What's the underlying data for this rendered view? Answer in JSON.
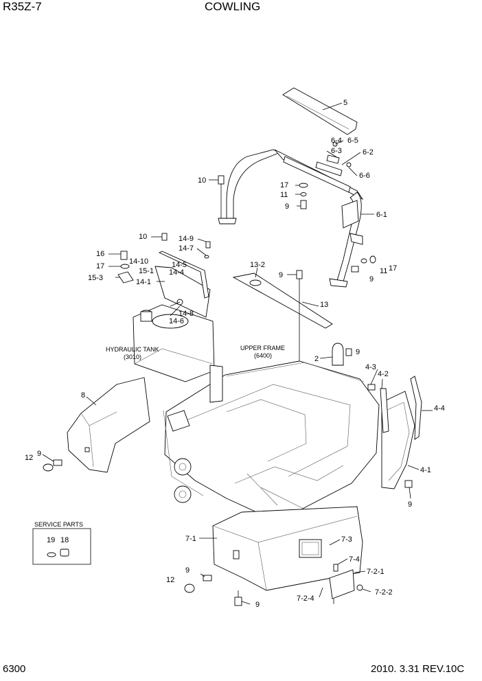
{
  "header": {
    "model": "R35Z-7",
    "title": "COWLING"
  },
  "footer": {
    "page_number": "6300",
    "date_revision": "2010. 3.31  REV.10C"
  },
  "annotations": {
    "hydraulic_tank": "HYDRAULIC TANK",
    "hydraulic_tank_code": "(3010)",
    "upper_frame": "UPPER FRAME",
    "upper_frame_code": "(6400)",
    "service_parts": "SERVICE PARTS"
  },
  "callouts": {
    "c5": "5",
    "c6_4": "6-4",
    "c6_5": "6-5",
    "c6_3": "6-3",
    "c6_2": "6-2",
    "c6_6": "6-6",
    "c10a": "10",
    "c17a": "17",
    "c11a": "11",
    "c9a": "9",
    "c6_1": "6-1",
    "c10b": "10",
    "c14_9": "14-9",
    "c14_7": "14-7",
    "c16": "16",
    "c17b": "17",
    "c14_10": "14-10",
    "c15_1": "15-1",
    "c14_5": "14-5",
    "c14_4": "14-4",
    "c15_3": "15-3",
    "c14_1": "14-1",
    "c13_2": "13-2",
    "c9b": "9",
    "c11b": "11",
    "c17c": "17",
    "c9c": "9",
    "c13": "13",
    "c14_8": "14-8",
    "c14_6": "14-6",
    "c2": "2",
    "c9d": "9",
    "c4_3": "4-3",
    "c4_2": "4-2",
    "c8": "8",
    "c4_4": "4-4",
    "c12a": "12",
    "c9e": "9",
    "c4_1": "4-1",
    "c9f": "9",
    "c19": "19",
    "c18": "18",
    "c7_1": "7-1",
    "c7_3": "7-3",
    "c7_4": "7-4",
    "c9g": "9",
    "c7_2_1": "7-2-1",
    "c12b": "12",
    "c7_2_4": "7-2-4",
    "c7_2_2": "7-2-2",
    "c9h": "9"
  }
}
